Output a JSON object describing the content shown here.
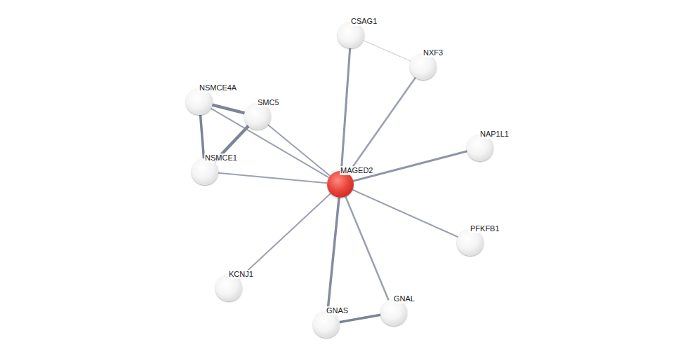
{
  "diagram": {
    "nodes": [
      {
        "text": [
          "CSAG1"
        ]
      },
      {
        "text": [
          "NXF3"
        ]
      },
      {
        "text": [
          "NSMCE4A"
        ]
      },
      {
        "text": [
          "SMC5"
        ]
      },
      {
        "text": [
          "NAP1L1"
        ]
      },
      {
        "text": [
          "NSMCE1"
        ]
      },
      {
        "text": [
          "MAGED2"
        ]
      },
      {
        "text": [
          "PFKFB1"
        ]
      },
      {
        "text": [
          "KCNJ1"
        ]
      },
      {
        "text": [
          "GNAL"
        ]
      },
      {
        "text": [
          "GNAS"
        ]
      }
    ],
    "edges": [
      {
        "from": 6,
        "to": 0,
        "arrow": "none"
      },
      {
        "from": 6,
        "to": 1,
        "arrow": "none"
      },
      {
        "from": 6,
        "to": 2,
        "arrow": "none"
      },
      {
        "from": 6,
        "to": 3,
        "arrow": "none"
      },
      {
        "from": 6,
        "to": 4,
        "arrow": "none"
      },
      {
        "from": 6,
        "to": 5,
        "arrow": "none"
      },
      {
        "from": 6,
        "to": 7,
        "arrow": "none"
      },
      {
        "from": 6,
        "to": 8,
        "arrow": "none"
      },
      {
        "from": 6,
        "to": 9,
        "arrow": "none"
      },
      {
        "from": 6,
        "to": 10,
        "arrow": "none"
      },
      {
        "from": 0,
        "to": 1,
        "arrow": "none"
      },
      {
        "from": 2,
        "to": 3,
        "arrow": "none"
      },
      {
        "from": 2,
        "to": 5,
        "arrow": "none"
      },
      {
        "from": 3,
        "to": 5,
        "arrow": "none"
      },
      {
        "from": 10,
        "to": 9,
        "arrow": "none"
      }
    ]
  }
}
